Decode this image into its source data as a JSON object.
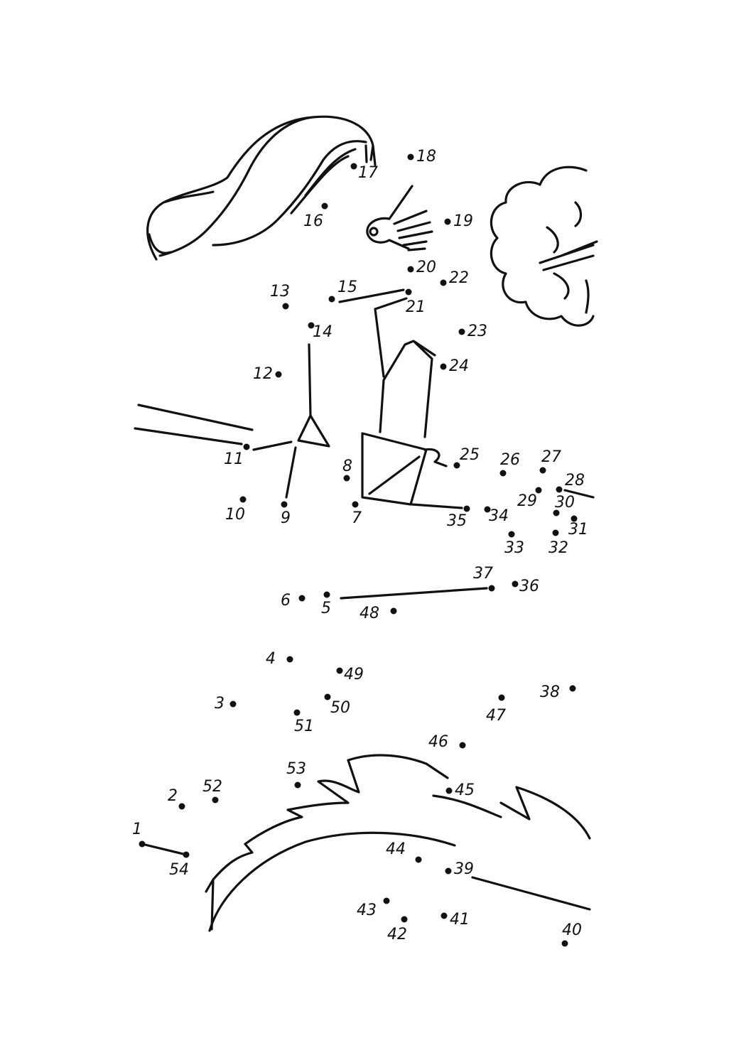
{
  "ink_color": "#111111",
  "background_color": "#ffffff",
  "dots": [
    {
      "n": "1"
    },
    {
      "n": "2"
    },
    {
      "n": "3"
    },
    {
      "n": "4"
    },
    {
      "n": "5"
    },
    {
      "n": "6"
    },
    {
      "n": "7"
    },
    {
      "n": "8"
    },
    {
      "n": "9"
    },
    {
      "n": "10"
    },
    {
      "n": "11"
    },
    {
      "n": "12"
    },
    {
      "n": "13"
    },
    {
      "n": "14"
    },
    {
      "n": "15"
    },
    {
      "n": "16"
    },
    {
      "n": "17"
    },
    {
      "n": "18"
    },
    {
      "n": "19"
    },
    {
      "n": "20"
    },
    {
      "n": "21"
    },
    {
      "n": "22"
    },
    {
      "n": "23"
    },
    {
      "n": "24"
    },
    {
      "n": "25"
    },
    {
      "n": "26"
    },
    {
      "n": "27"
    },
    {
      "n": "28"
    },
    {
      "n": "29"
    },
    {
      "n": "30"
    },
    {
      "n": "31"
    },
    {
      "n": "32"
    },
    {
      "n": "33"
    },
    {
      "n": "34"
    },
    {
      "n": "35"
    },
    {
      "n": "36"
    },
    {
      "n": "37"
    },
    {
      "n": "38"
    },
    {
      "n": "39"
    },
    {
      "n": "40"
    },
    {
      "n": "41"
    },
    {
      "n": "42"
    },
    {
      "n": "43"
    },
    {
      "n": "44"
    },
    {
      "n": "45"
    },
    {
      "n": "46"
    },
    {
      "n": "47"
    },
    {
      "n": "48"
    },
    {
      "n": "49"
    },
    {
      "n": "50"
    },
    {
      "n": "51"
    },
    {
      "n": "52"
    },
    {
      "n": "53"
    },
    {
      "n": "54"
    }
  ]
}
